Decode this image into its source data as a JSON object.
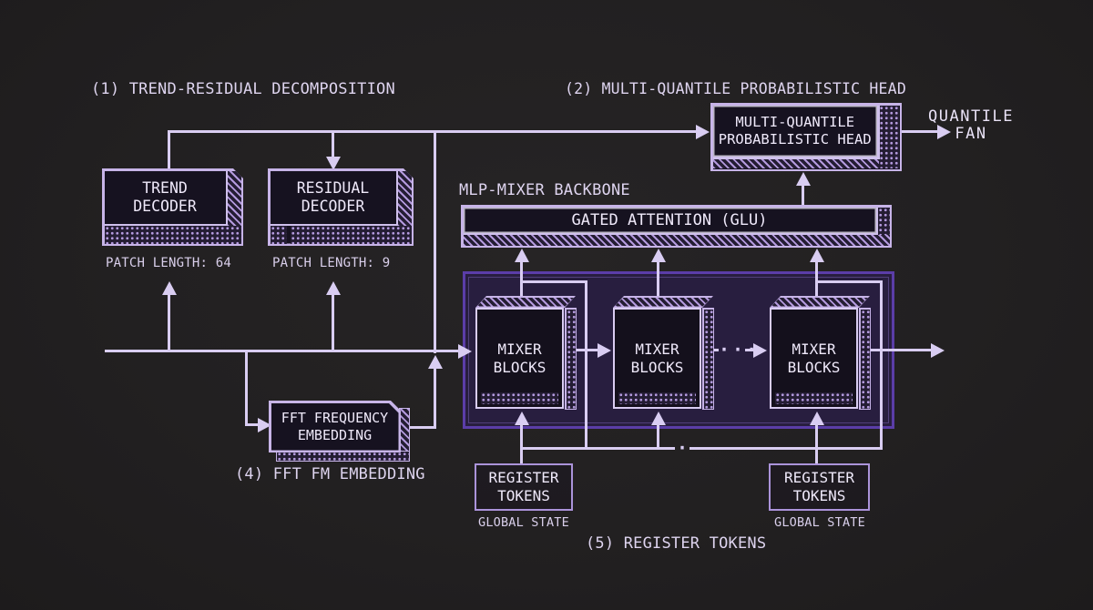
{
  "diagram": {
    "labels": {
      "decomposition": "(1) TREND-RESIDUAL DECOMPOSITION",
      "head_section": "(2) MULTI-QUANTILE PROBABILISTIC HEAD",
      "backbone": "MLP-MIXER BACKBONE",
      "fft_section": "(4) FFT FM EMBEDDING",
      "register_section": "(5) REGISTER TOKENS",
      "patch_length_trend": "PATCH LENGTH: 64",
      "patch_length_residual": "PATCH LENGTH: 9",
      "global_state_left": "GLOBAL STATE",
      "global_state_right": "GLOBAL STATE",
      "quantile_fan_line1": "QUANTILE",
      "quantile_fan_line2": "FAN",
      "flow_ellipsis": "···",
      "bus_ellipsis": "·"
    },
    "nodes": {
      "trend_decoder": {
        "line1": "TREND",
        "line2": "DECODER"
      },
      "residual_decoder": {
        "line1": "RESIDUAL",
        "line2": "DECODER"
      },
      "gated_attention": {
        "label": "GATED ATTENTION (GLU)"
      },
      "mq_head": {
        "line1": "MULTI-QUANTILE",
        "line2": "PROBABILISTIC HEAD"
      },
      "mixer1": {
        "line1": "MIXER",
        "line2": "BLOCKS"
      },
      "mixer2": {
        "line1": "MIXER",
        "line2": "BLOCKS"
      },
      "mixer3": {
        "line1": "MIXER",
        "line2": "BLOCKS"
      },
      "fft_embedding": {
        "line1": "FFT FREQUENCY",
        "line2": "EMBEDDING"
      },
      "register_left": {
        "line1": "REGISTER",
        "line2": "TOKENS"
      },
      "register_right": {
        "line1": "REGISTER",
        "line2": "TOKENS"
      }
    },
    "colors": {
      "background": "#222021",
      "line": "#d9cdf2",
      "box_border": "#c7b4e8",
      "box_fill": "#161220",
      "pattern": "#b49ade",
      "container_border": "#5b3da8",
      "container_fill": "#281e3f",
      "text": "#e9e2f6"
    }
  }
}
